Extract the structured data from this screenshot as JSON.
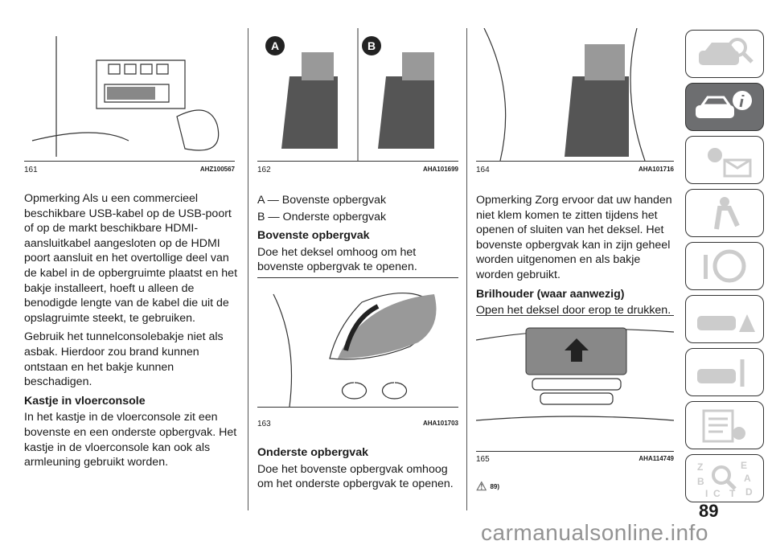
{
  "figures": [
    {
      "num": "161",
      "code": "AHZ100567"
    },
    {
      "num": "162",
      "code": "AHA101699",
      "labels": [
        "A",
        "B"
      ]
    },
    {
      "num": "163",
      "code": "AHA101703"
    },
    {
      "num": "164",
      "code": "AHA101716"
    },
    {
      "num": "165",
      "code": "AHA114749"
    }
  ],
  "col1": {
    "p1": "Opmerking  Als u een commercieel beschikbare USB-kabel op de USB-poort of op de markt beschikbare HDMI-aansluitkabel aangesloten op de HDMI poort aansluit en het overtollige deel van de kabel in de opbergruimte plaatst en het bakje installeert, hoeft u alleen de benodigde lengte van de kabel die uit de opslagruimte steekt, te gebruiken.",
    "p2": "Gebruik het tunnelconsolebakje niet als asbak. Hierdoor zou brand kunnen ontstaan en het bakje kunnen beschadigen.",
    "h1": "Kastje in vloerconsole",
    "p3": "In het kastje in de vloerconsole zit een bovenste en een onderste opbergvak. Het kastje in de vloerconsole kan ook als armleuning gebruikt worden."
  },
  "col2": {
    "legendA": "A — Bovenste opbergvak",
    "legendB": "B — Onderste opbergvak",
    "h1": "Bovenste opbergvak",
    "p1": "Doe het deksel omhoog om het bovenste opbergvak te openen.",
    "h2": "Onderste opbergvak",
    "p2": "Doe het bovenste opbergvak omhoog om het onderste opbergvak te openen."
  },
  "col3": {
    "p1": "Opmerking  Zorg ervoor dat uw handen niet klem komen te zitten tijdens het openen of sluiten van het deksel. Het bovenste opbergvak kan in zijn geheel worden uitgenomen en als bakje worden gebruikt.",
    "h1": "Brilhouder (waar aanwezig)",
    "p2": "Open het deksel door erop te drukken.",
    "warning_ref": "89)"
  },
  "sidebar": {
    "tabs": [
      "car-search",
      "car-info",
      "warning-lights",
      "airbag-safety",
      "steering-start",
      "car-emergency",
      "car-service",
      "technical-data",
      "index"
    ],
    "active": 1,
    "index_letters": [
      "Z",
      "E",
      "A",
      "B",
      "D",
      "I",
      "C",
      "T"
    ]
  },
  "page_number": "89",
  "watermark": "carmanualsonline.info"
}
